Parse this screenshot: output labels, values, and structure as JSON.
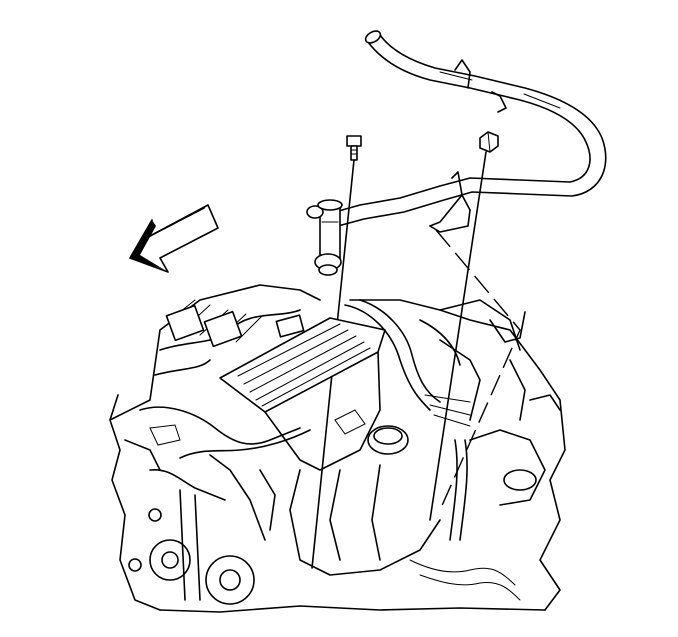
{
  "diagram": {
    "caption": "",
    "colors": {
      "line": "#000000",
      "background": "#ffffff"
    },
    "parts": [
      {
        "id": "heater-pipe",
        "icon": "coolant-pipe-icon"
      },
      {
        "id": "pipe-bracket",
        "icon": "bracket-icon"
      },
      {
        "id": "mount-bolt",
        "icon": "bolt-icon"
      },
      {
        "id": "pipe-nut",
        "icon": "nut-icon"
      },
      {
        "id": "engine",
        "icon": "engine-icon"
      },
      {
        "id": "front-direction",
        "icon": "arrow-icon"
      }
    ]
  }
}
